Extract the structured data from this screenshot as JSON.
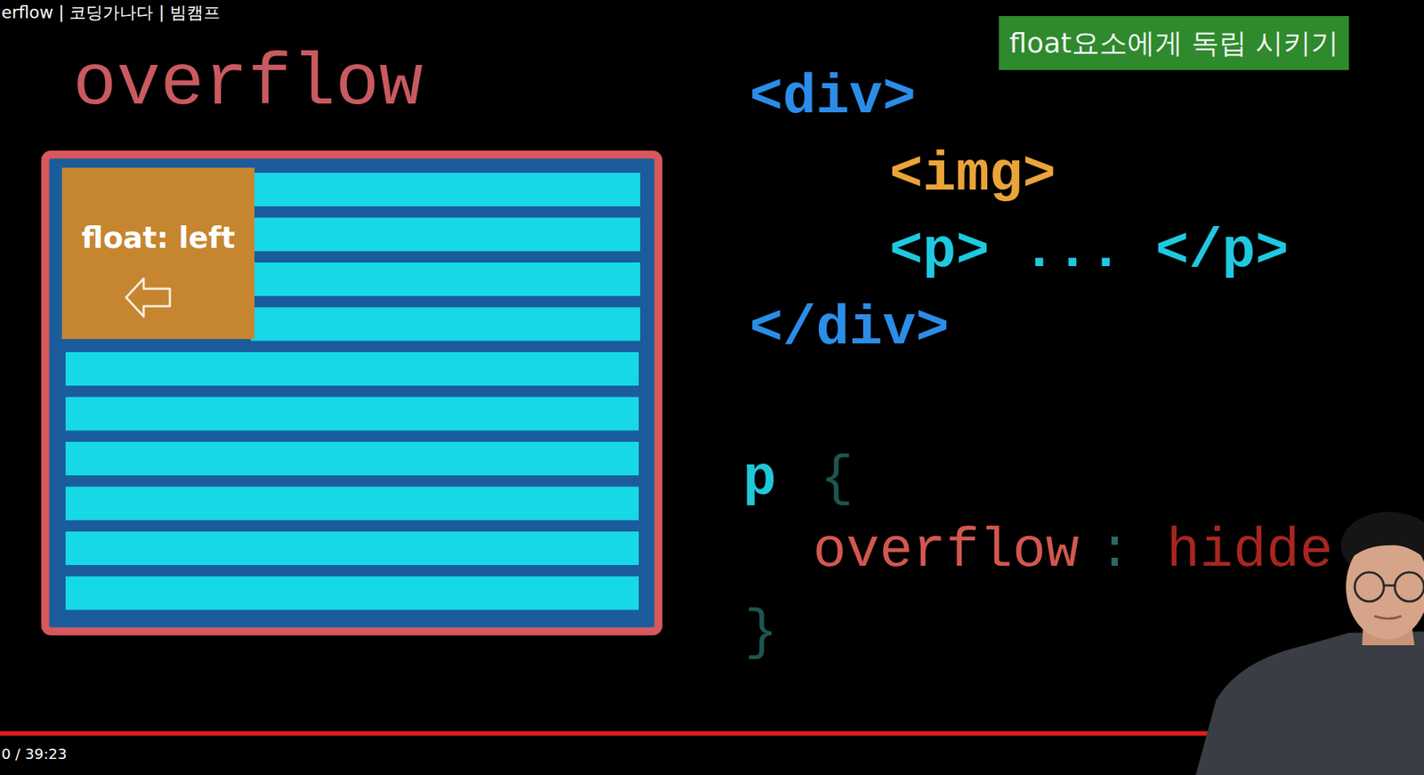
{
  "diagram": {
    "title": "overflow",
    "nodes": [
      {
        "text": [
          "float요소에게 독립 시키기"
        ]
      },
      {
        "text": [
          "float: left"
        ]
      }
    ],
    "labels": [
      "erflow | 코딩가나다 | 빔캠프",
      "<div>",
      "<img>",
      "<p> ... </p>",
      "</div>",
      "p",
      "{",
      "overflow",
      ":",
      "hidde",
      "}",
      "0 / 39:23"
    ]
  }
}
